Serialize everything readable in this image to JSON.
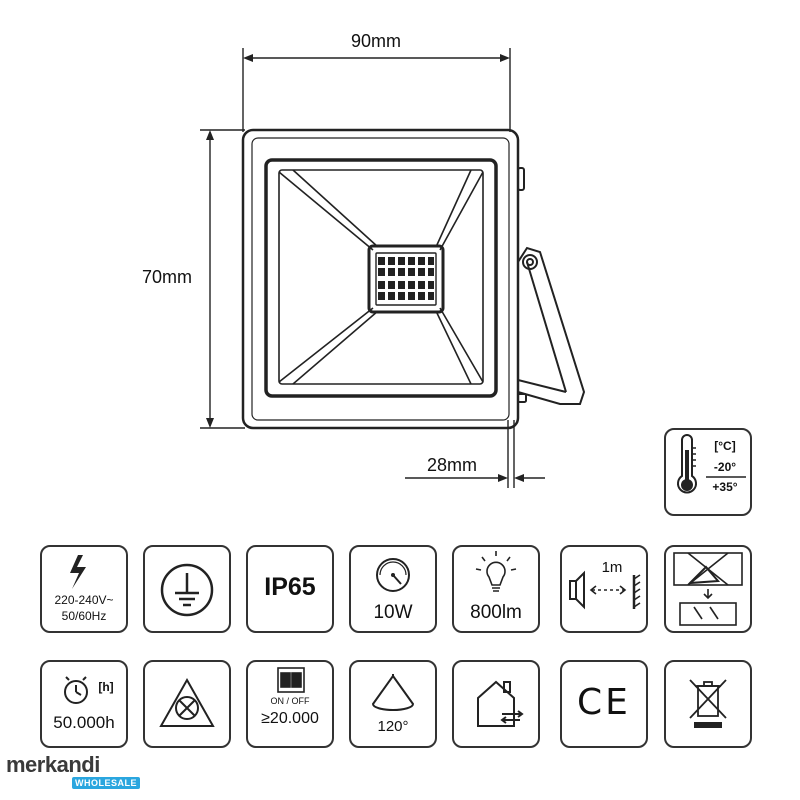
{
  "dimensions": {
    "width_label": "90mm",
    "height_label": "70mm",
    "depth_label": "28mm"
  },
  "temperature": {
    "unit": "[°C]",
    "min": "-20°",
    "max": "+35°"
  },
  "specs_row1": {
    "voltage": {
      "line1": "220-240V~",
      "line2": "50/60Hz"
    },
    "protection": "IP65",
    "power": "10W",
    "lumen": "800lm",
    "distance": "1m"
  },
  "specs_row2": {
    "lifetime_unit": "[h]",
    "lifetime": "50.000h",
    "switch_label": "ON / OFF",
    "switch_cycles": "≥20.000",
    "beam_angle": "120°",
    "ce_mark": "CE"
  },
  "brand": {
    "name": "merkandi",
    "tag": "WHOLESALE"
  },
  "colors": {
    "stroke": "#222222",
    "brand_blue": "#2aa6df",
    "brand_text": "#3a3a3a"
  }
}
